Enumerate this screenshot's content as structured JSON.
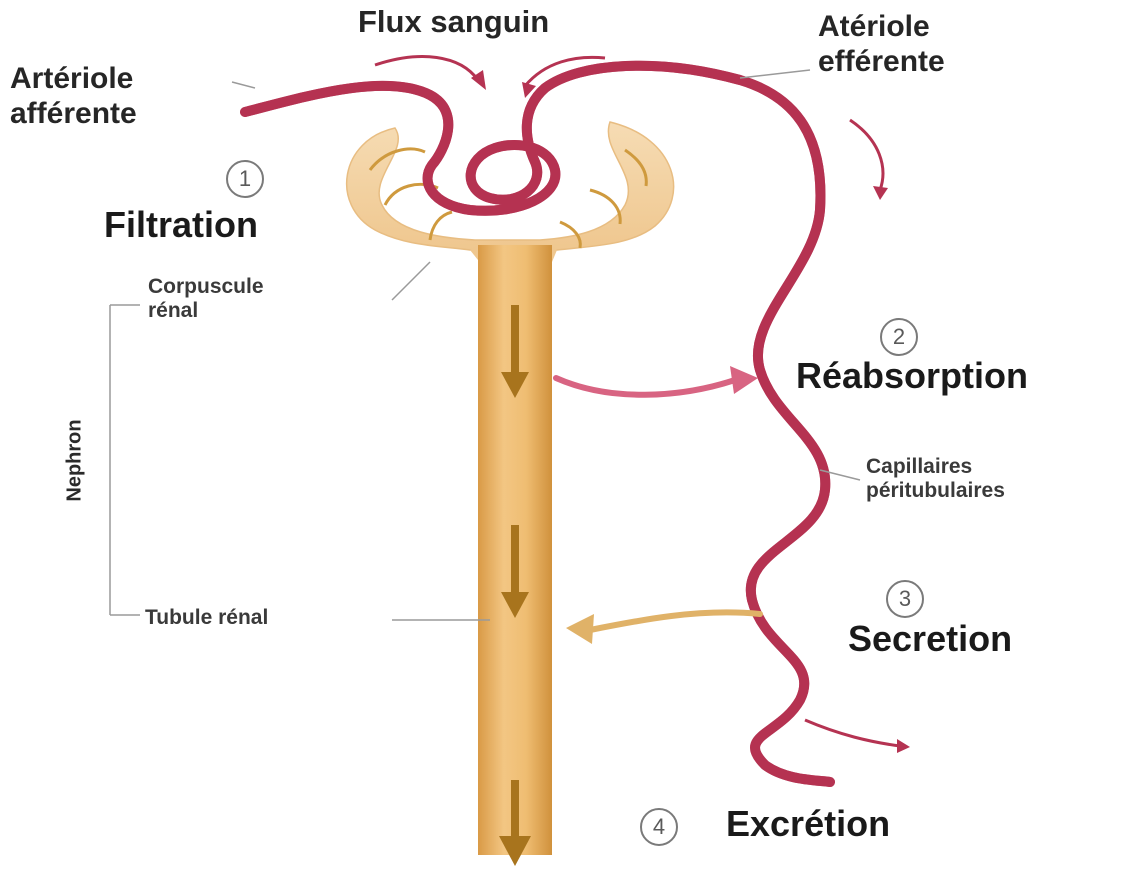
{
  "labels": {
    "flux": "Flux sanguin",
    "afferent_line1": "Artériole",
    "afferent_line2": "afférente",
    "efferent_line1": "Atériole",
    "efferent_line2": "efférente",
    "corpuscule_line1": "Corpuscule",
    "corpuscule_line2": "rénal",
    "nephron": "Nephron",
    "tubule": "Tubule rénal",
    "capillaires_line1": "Capillaires",
    "capillaires_line2": "péritubulaires"
  },
  "steps": [
    {
      "number": "1",
      "label": "Filtration"
    },
    {
      "number": "2",
      "label": "Réabsorption"
    },
    {
      "number": "3",
      "label": "Secretion"
    },
    {
      "number": "4",
      "label": "Excrétion"
    }
  ],
  "colors": {
    "vessel": "#b53352",
    "vessel_highlight": "#e88aa0",
    "tubule": "#e9b15f",
    "tubule_light": "#f4d3a3",
    "capsule": "#f2cf9d",
    "arrow_dark": "#a8741d",
    "reabsorption_arrow": "#d86482",
    "secretion_arrow": "#e0b268"
  }
}
